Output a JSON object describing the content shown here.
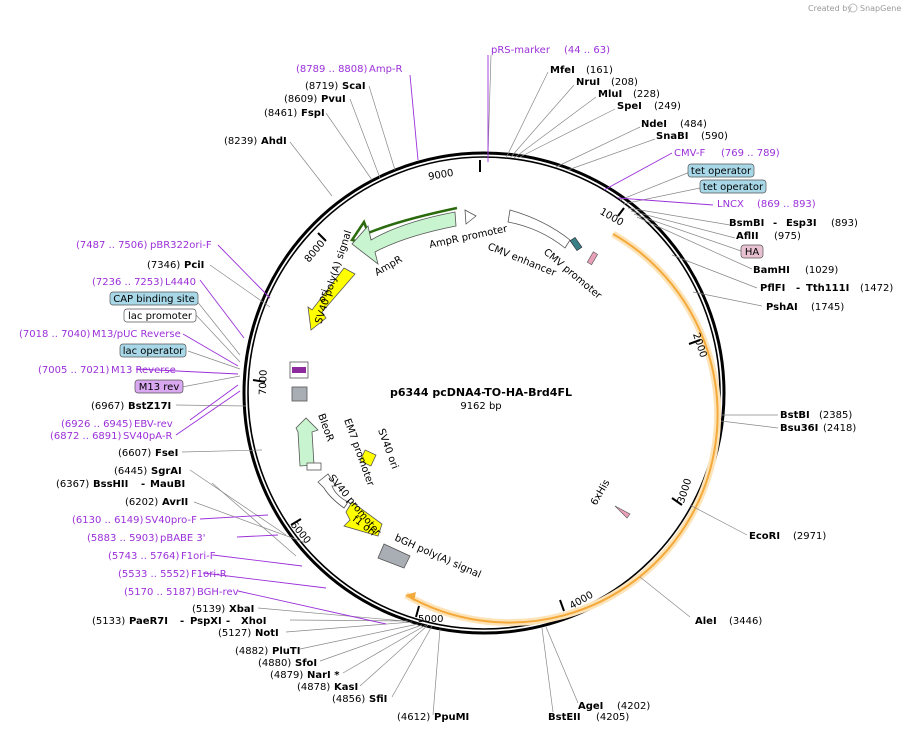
{
  "credit": {
    "text": "Created by",
    "brand": "SnapGene"
  },
  "plasmid": {
    "name": "p6344 pcDNA4-TO-HA-Brd4FL",
    "length_label": "9162 bp"
  },
  "ticks": [
    "1000",
    "2000",
    "3000",
    "4000",
    "5000",
    "6000",
    "7000",
    "8000",
    "9000"
  ],
  "enzymes": [
    {
      "name": "MfeI",
      "pos": "(161)"
    },
    {
      "name": "NruI",
      "pos": "(208)"
    },
    {
      "name": "MluI",
      "pos": "(228)"
    },
    {
      "name": "SpeI",
      "pos": "(249)"
    },
    {
      "name": "NdeI",
      "pos": "(484)"
    },
    {
      "name": "SnaBI",
      "pos": "(590)"
    },
    {
      "name": "BsmBI",
      "name2": "Esp3I",
      "pos": "(893)"
    },
    {
      "name": "AflII",
      "pos": "(975)"
    },
    {
      "name": "BamHI",
      "pos": "(1029)"
    },
    {
      "name": "PflFI",
      "name2": "Tth111I",
      "pos": "(1472)"
    },
    {
      "name": "PshAI",
      "pos": "(1745)"
    },
    {
      "name": "BstBI",
      "pos": "(2385)"
    },
    {
      "name": "Bsu36I",
      "pos": "(2418)"
    },
    {
      "name": "EcoRI",
      "pos": "(2971)"
    },
    {
      "name": "AleI",
      "pos": "(3446)"
    },
    {
      "name": "AgeI",
      "pos": "(4202)"
    },
    {
      "name": "BstEII",
      "pos": "(4205)"
    },
    {
      "name": "PpuMI",
      "pos": "(4612)"
    },
    {
      "name": "SfiI",
      "pos": "(4856)"
    },
    {
      "name": "KasI",
      "pos": "(4878)"
    },
    {
      "name": "NarI *",
      "pos": "(4879)"
    },
    {
      "name": "SfoI",
      "pos": "(4880)"
    },
    {
      "name": "PluTI",
      "pos": "(4882)"
    },
    {
      "name": "NotI",
      "pos": "(5127)"
    },
    {
      "name": "PaeR7I",
      "name2": "PspXI",
      "name3": "XhoI",
      "pos": "(5133)"
    },
    {
      "name": "XbaI",
      "pos": "(5139)"
    },
    {
      "name": "BssHII",
      "name2": "MauBI",
      "pos": "(6367)"
    },
    {
      "name": "AvrII",
      "pos": "(6202)"
    },
    {
      "name": "SgrAI",
      "pos": "(6445)"
    },
    {
      "name": "FseI",
      "pos": "(6607)"
    },
    {
      "name": "BstZ17I",
      "pos": "(6967)"
    },
    {
      "name": "PciI",
      "pos": "(7346)"
    },
    {
      "name": "AhdI",
      "pos": "(8239)"
    },
    {
      "name": "FspI",
      "pos": "(8461)"
    },
    {
      "name": "PvuI",
      "pos": "(8609)"
    },
    {
      "name": "ScaI",
      "pos": "(8719)"
    }
  ],
  "primers": [
    {
      "name": "pRS-marker",
      "pos": "(44 .. 63)"
    },
    {
      "name": "CMV-F",
      "pos": "(769 .. 789)"
    },
    {
      "name": "LNCX",
      "pos": "(869 .. 893)"
    },
    {
      "name": "Amp-R",
      "pos": "(8789 .. 8808)"
    },
    {
      "name": "pBR322ori-F",
      "pos": "(7487 .. 7506)"
    },
    {
      "name": "L4440",
      "pos": "(7236 .. 7253)"
    },
    {
      "name": "M13/pUC Reverse",
      "pos": "(7018 .. 7040)"
    },
    {
      "name": "M13 Reverse",
      "pos": "(7005 .. 7021)"
    },
    {
      "name": "EBV-rev",
      "pos": "(6926 .. 6945)"
    },
    {
      "name": "SV40pA-R",
      "pos": "(6872 .. 6891)"
    },
    {
      "name": "SV40pro-F",
      "pos": "(6130 .. 6149)"
    },
    {
      "name": "pBABE 3'",
      "pos": "(5883 .. 5903)"
    },
    {
      "name": "F1ori-F",
      "pos": "(5743 .. 5764)"
    },
    {
      "name": "F1ori-R",
      "pos": "(5533 .. 5552)"
    },
    {
      "name": "BGH-rev",
      "pos": "(5170 .. 5187)"
    }
  ],
  "boxed_features": {
    "tet_operator_1": "tet operator",
    "tet_operator_2": "tet operator",
    "ha": "HA",
    "cap": "CAP binding site",
    "lac_promoter": "lac promoter",
    "lac_operator": "lac operator",
    "m13_rev": "M13 rev"
  },
  "features": {
    "ampr_promoter": "AmpR promoter",
    "ampr": "AmpR",
    "cmv_enhancer": "CMV enhancer",
    "cmv_promoter": "CMV promoter",
    "ori": "ori",
    "sv40_polya": "SV40 poly(A) signal",
    "em7": "EM7 promoter",
    "bleor": "BleoR",
    "sv40_ori": "SV40 ori",
    "sv40_promoter": "SV40 promoter",
    "f1_ori": "f1 ori",
    "bgh": "bGH poly(A) signal",
    "sixhis": "6xHis"
  },
  "colors": {
    "primer": "#9b30d9",
    "orf": "#f4a93b",
    "ampr": "#c8f5cf",
    "ori": "#ffff00",
    "tet_box": "#a8d8e8",
    "ha_box": "#e8c1d1",
    "m13_box": "#d9a8f0"
  }
}
